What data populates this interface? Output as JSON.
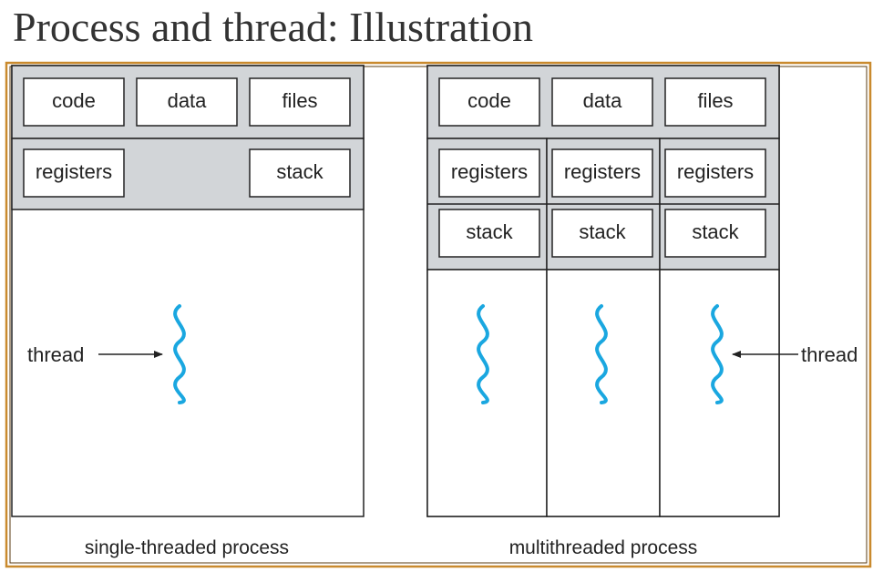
{
  "title": "Process and thread: Illustration",
  "single": {
    "caption": "single-threaded process",
    "code": "code",
    "data": "data",
    "files": "files",
    "registers": "registers",
    "stack": "stack",
    "thread_label": "thread"
  },
  "multi": {
    "caption": "multithreaded process",
    "code": "code",
    "data": "data",
    "files": "files",
    "registers": [
      "registers",
      "registers",
      "registers"
    ],
    "stacks": [
      "stack",
      "stack",
      "stack"
    ],
    "thread_label": "thread"
  },
  "colors": {
    "frame_border": "#c98a2e",
    "shared_band": "#d2d5d8",
    "thread_wave": "#1aa7e0"
  }
}
